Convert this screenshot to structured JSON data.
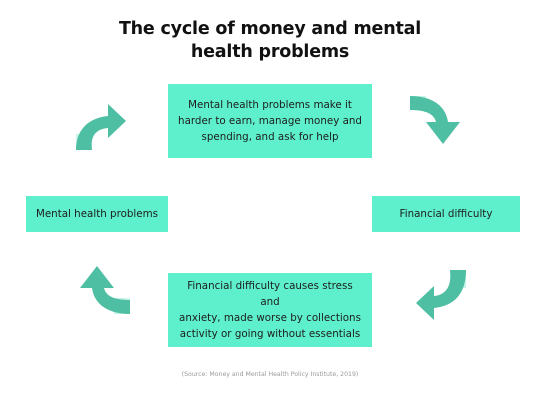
{
  "title": {
    "line1": "The cycle of money and mental",
    "line2": "health problems"
  },
  "nodes": {
    "top": [
      "Mental health problems make it",
      "harder to earn, manage money and",
      "spending, and ask for help"
    ],
    "right": "Financial difficulty",
    "bottom": [
      "Financial difficulty causes stress and",
      "anxiety, made worse by collections",
      "activity or going without essentials"
    ],
    "left": "Mental health problems"
  },
  "source": "(Source: Money and Mental Health Policy Institute, 2019)",
  "colors": {
    "box": "#5ef0cc",
    "arrow_dark": "#4fbfa4",
    "arrow_light": "#c9f5e8"
  },
  "icons": [
    "curved-arrow-icon"
  ]
}
